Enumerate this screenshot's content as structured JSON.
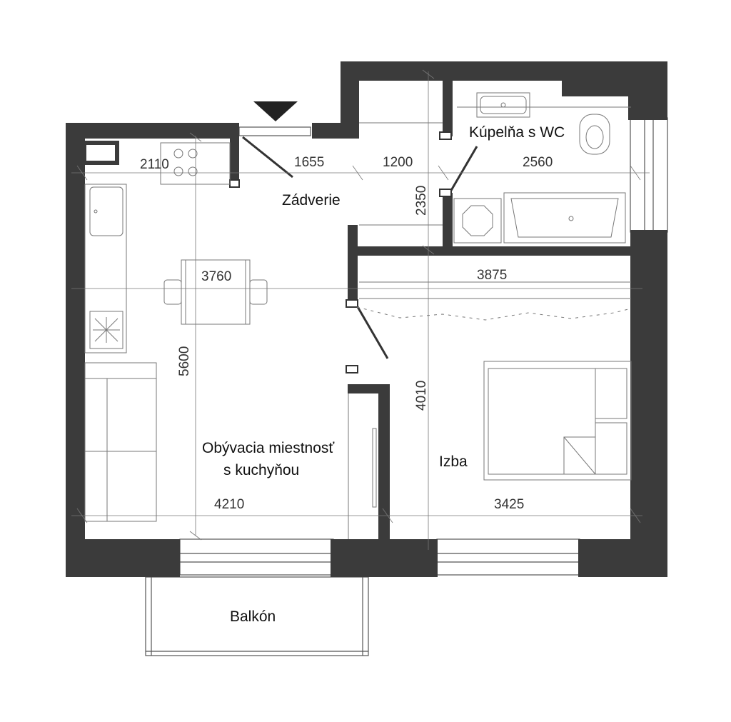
{
  "rooms": {
    "zadverie": "Zádverie",
    "kupelna": "Kúpelňa s WC",
    "obyvacia_line1": "Obývacia miestnosť",
    "obyvacia_line2": "s kuchyňou",
    "izba": "Izba",
    "balkon": "Balkón"
  },
  "dimensions": {
    "kitchen_width": "2110",
    "hall_width": "1655",
    "hall_corridor": "1200",
    "bath_width": "2560",
    "hall_depth": "2350",
    "living_width_upper": "3760",
    "room_width_upper": "3875",
    "living_depth": "5600",
    "room_depth": "4010",
    "living_width_lower": "4210",
    "room_width_lower": "3425"
  },
  "colors": {
    "wall": "#3b3b3b",
    "line": "#555555",
    "background": "#ffffff"
  },
  "icons": {
    "entrance_marker": "down-triangle-icon"
  }
}
